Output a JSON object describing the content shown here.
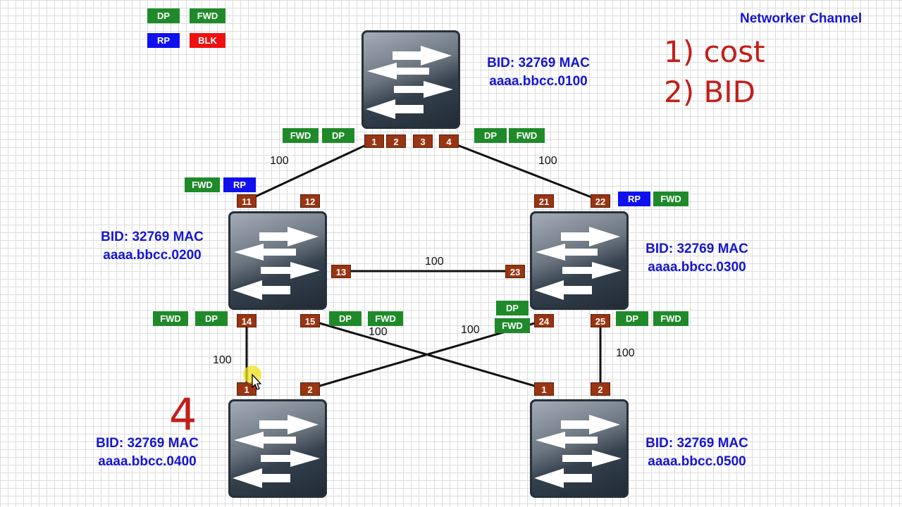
{
  "channel": "Networker Channel",
  "legend": {
    "dp": "DP",
    "fwd": "FWD",
    "rp": "RP",
    "blk": "BLK"
  },
  "notes": {
    "line1": "1) cost",
    "line2": "2) BID",
    "annotation": "4"
  },
  "switches": {
    "sw1": {
      "bid": "BID: 32769 MAC",
      "mac": "aaaa.bbcc.0100"
    },
    "sw2": {
      "bid": "BID: 32769 MAC",
      "mac": "aaaa.bbcc.0200"
    },
    "sw3": {
      "bid": "BID: 32769 MAC",
      "mac": "aaaa.bbcc.0300"
    },
    "sw4": {
      "bid": "BID: 32769 MAC",
      "mac": "aaaa.bbcc.0400"
    },
    "sw5": {
      "bid": "BID: 32769 MAC",
      "mac": "aaaa.bbcc.0500"
    }
  },
  "ports": {
    "sw1_p1": "1",
    "sw1_p2": "2",
    "sw1_p3": "3",
    "sw1_p4": "4",
    "sw2_p11": "11",
    "sw2_p12": "12",
    "sw2_p13": "13",
    "sw2_p14": "14",
    "sw2_p15": "15",
    "sw3_p21": "21",
    "sw3_p22": "22",
    "sw3_p23": "23",
    "sw3_p24": "24",
    "sw3_p25": "25",
    "sw4_p1": "1",
    "sw4_p2": "2",
    "sw5_p1": "1",
    "sw5_p2": "2"
  },
  "port_tags": {
    "sw1_p1_role": "DP",
    "sw1_p1_state": "FWD",
    "sw1_p4_role": "DP",
    "sw1_p4_state": "FWD",
    "sw2_p11_role": "RP",
    "sw2_p11_state": "FWD",
    "sw3_p22_role": "RP",
    "sw3_p22_state": "FWD",
    "sw2_p14_role": "DP",
    "sw2_p14_state": "FWD",
    "sw2_p15_role": "DP",
    "sw2_p15_state": "FWD",
    "sw3_p24_role": "DP",
    "sw3_p24_state": "FWD",
    "sw3_p25_role": "DP",
    "sw3_p25_state": "FWD"
  },
  "link_costs": {
    "sw1_sw2": "100",
    "sw1_sw3": "100",
    "sw2_sw3": "100",
    "sw2_sw4": "100",
    "sw2_sw5": "100",
    "sw3_sw4": "100",
    "sw3_sw5": "100"
  },
  "colors": {
    "label_blue": "#1515d0",
    "tag_green": "#1f8a2a",
    "tag_blue": "#1010ee",
    "tag_red": "#ee1111",
    "port_brown": "#9a3412",
    "ink_red": "#c0201a"
  }
}
